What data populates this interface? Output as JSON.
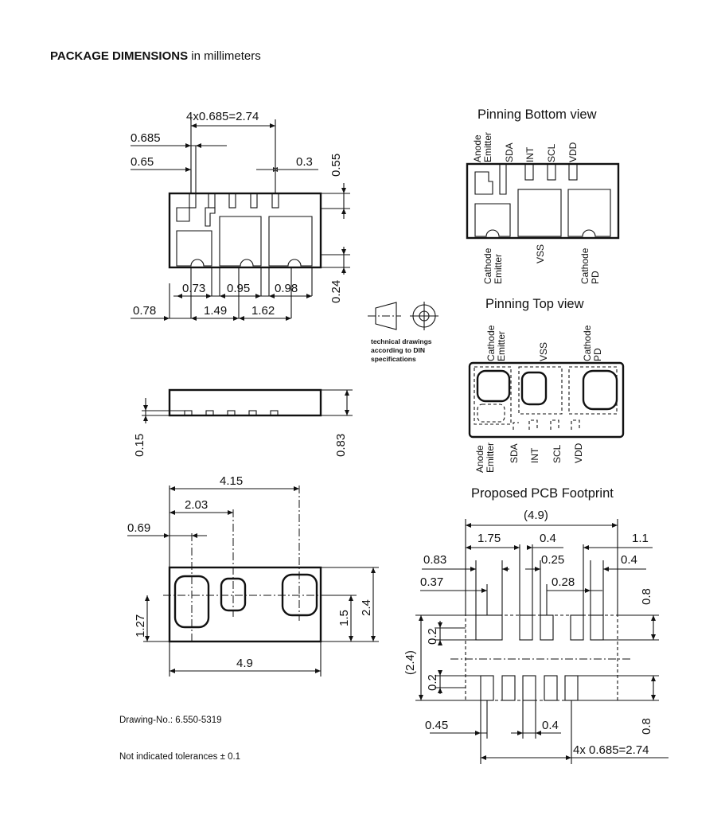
{
  "header": {
    "title_bold": "PACKAGE DIMENSIONS",
    "title_rest": " in millimeters"
  },
  "top_view": {
    "pitch_total": "4x0.685=2.74",
    "d_0685": "0.685",
    "d_065": "0.65",
    "d_03": "0.3",
    "d_055": "0.55",
    "d_024": "0.24",
    "d_073": "0.73",
    "d_095": "0.95",
    "d_098": "0.98",
    "d_078": "0.78",
    "d_149": "1.49",
    "d_162": "1.62"
  },
  "side_view": {
    "d_015": "0.15",
    "d_083": "0.83"
  },
  "bottom_view": {
    "d_415": "4.15",
    "d_203": "2.03",
    "d_069": "0.69",
    "d_127": "1.27",
    "d_15": "1.5",
    "d_24": "2.4",
    "d_49": "4.9"
  },
  "din_note": {
    "line1": "technical drawings",
    "line2": "according to DIN",
    "line3": "specifications"
  },
  "pinning_bottom": {
    "title": "Pinning Bottom view",
    "top_labels": [
      "Anode",
      "Emitter",
      "SDA",
      "INT",
      "SCL",
      "VDD"
    ],
    "bottom_labels": [
      "Cathode",
      "Emitter",
      "VSS",
      "Cathode",
      "PD"
    ]
  },
  "pinning_top": {
    "title": "Pinning Top view",
    "top_labels": [
      "Cathode",
      "Emitter",
      "VSS",
      "Cathode",
      "PD"
    ],
    "bottom_labels": [
      "Anode",
      "Emitter",
      "SDA",
      "INT",
      "SCL",
      "VDD"
    ]
  },
  "pcb": {
    "title": "Proposed PCB Footprint",
    "d_49": "(4.9)",
    "d_175": "1.75",
    "d_04a": "0.4",
    "d_11": "1.1",
    "d_083": "0.83",
    "d_025": "0.25",
    "d_04b": "0.4",
    "d_037": "0.37",
    "d_028": "0.28",
    "d_08a": "0.8",
    "d_24": "(2.4)",
    "d_02a": "0.2",
    "d_02b": "0.2",
    "d_045": "0.45",
    "d_04c": "0.4",
    "d_08b": "0.8",
    "pitch_total": "4x 0.685=2.74"
  },
  "footer": {
    "drawing_no": "Drawing-No.: 6.550-5319",
    "tolerances": "Not indicated tolerances ± 0.1"
  }
}
